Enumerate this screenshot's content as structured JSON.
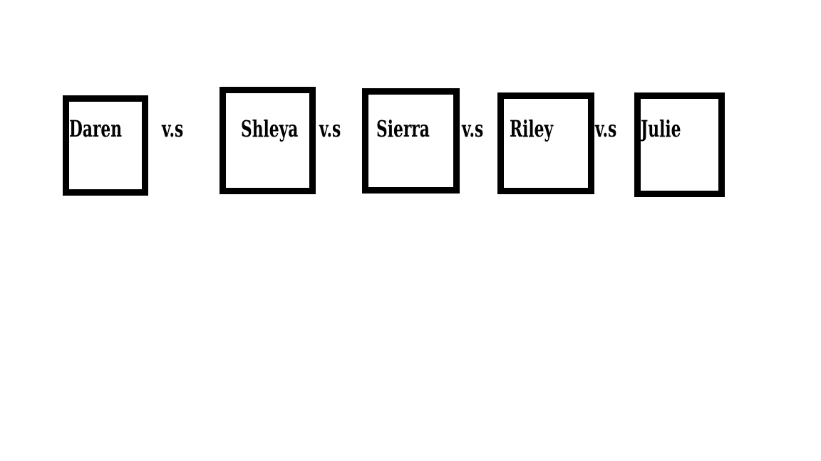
{
  "diagram": {
    "separator_label": "v.s",
    "boxes": [
      {
        "name": "Daren"
      },
      {
        "name": "Shleya"
      },
      {
        "name": "Sierra"
      },
      {
        "name": "Riley"
      },
      {
        "name": "Julie"
      }
    ],
    "colors": {
      "background": "#ffffff",
      "box_border": "#000000",
      "text": "#000000"
    }
  }
}
